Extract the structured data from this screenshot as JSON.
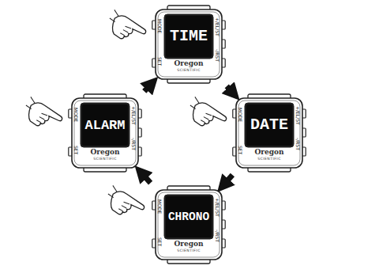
{
  "diagram": {
    "nodes": [
      {
        "text": [
          "TIME",
          "MODE",
          "+/EL/ST",
          "-/RST",
          "SET",
          "Oregon",
          "SCIENTIFIC"
        ]
      },
      {
        "text": [
          "ALARM",
          "MODE",
          "+/EL/ST",
          "-/RST",
          "SET",
          "Oregon",
          "SCIENTIFIC"
        ]
      },
      {
        "text": [
          "DATE",
          "MODE",
          "+/EL/ST",
          "-/RST",
          "SET",
          "Oregon",
          "SCIENTIFIC"
        ]
      },
      {
        "text": [
          "CHRONO",
          "MODE",
          "+/EL/ST",
          "-/RST",
          "SET",
          "Oregon",
          "SCIENTIFIC"
        ]
      }
    ],
    "edges": [
      {
        "from": 0,
        "to": 2,
        "arrow": "to"
      },
      {
        "from": 2,
        "to": 3,
        "arrow": "to"
      },
      {
        "from": 3,
        "to": 1,
        "arrow": "to"
      },
      {
        "from": 1,
        "to": 0,
        "arrow": "to"
      }
    ]
  }
}
